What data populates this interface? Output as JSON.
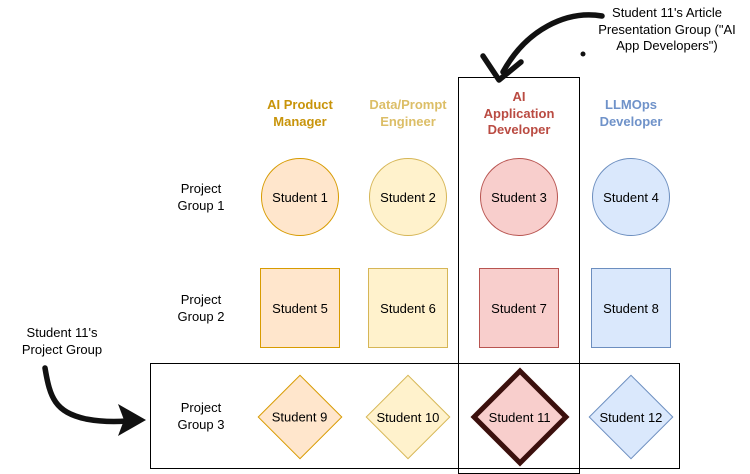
{
  "diagram": {
    "annotations": {
      "presentation_group": {
        "text": "Student 11's Article Presentation Group (\"AI App Developers\")",
        "lines": [
          "Student 11's Article",
          "Presentation Group (\"AI",
          "App Developers\")"
        ]
      },
      "project_group": {
        "text": "Student 11's Project Group",
        "lines": [
          "Student 11's",
          "Project Group"
        ]
      }
    },
    "columns": [
      {
        "label": "AI Product Manager",
        "lines": [
          "AI Product",
          "Manager"
        ],
        "text_color": "#C8940A",
        "fill": "#FFE6CC",
        "stroke": "#D79B00"
      },
      {
        "label": "Data/Prompt Engineer",
        "lines": [
          "Data/Prompt",
          "Engineer"
        ],
        "text_color": "#DCBE67",
        "fill": "#FFF2CC",
        "stroke": "#D6B656"
      },
      {
        "label": "AI Application Developer",
        "lines": [
          "AI",
          "Application",
          "Developer"
        ],
        "text_color": "#BA4B42",
        "fill": "#F8CECC",
        "stroke": "#B85450"
      },
      {
        "label": "LLMOps Developer",
        "lines": [
          "LLMOps",
          "Developer"
        ],
        "text_color": "#6F92C9",
        "fill": "#DAE8FC",
        "stroke": "#6C8EBF"
      }
    ],
    "rows": [
      {
        "label": "Project Group 1",
        "lines": [
          "Project",
          "Group 1"
        ],
        "shape": "circle"
      },
      {
        "label": "Project Group 2",
        "lines": [
          "Project",
          "Group 2"
        ],
        "shape": "square"
      },
      {
        "label": "Project Group 3",
        "lines": [
          "Project",
          "Group 3"
        ],
        "shape": "diamond"
      }
    ],
    "students": [
      [
        "Student 1",
        "Student 2",
        "Student 3",
        "Student 4"
      ],
      [
        "Student 5",
        "Student 6",
        "Student 7",
        "Student 8"
      ],
      [
        "Student 9",
        "Student 10",
        "Student 11",
        "Student 12"
      ]
    ],
    "highlight": {
      "student": "Student 11",
      "border_color": "#3B100D",
      "arrow_color": "#111111"
    }
  }
}
